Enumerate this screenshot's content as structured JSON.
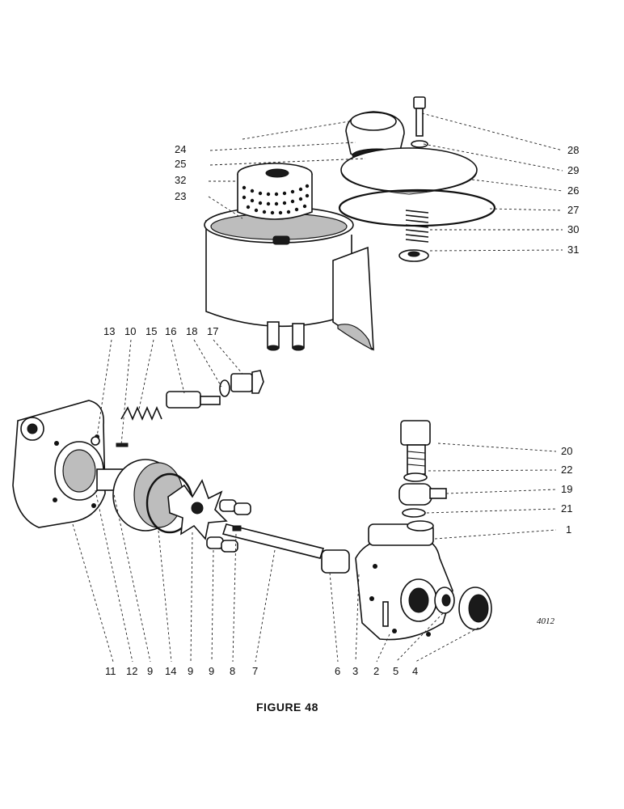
{
  "caption": "FIGURE 48",
  "drawing_ref": "4012",
  "callouts": {
    "n1": "1",
    "n2": "2",
    "n3": "3",
    "n4": "4",
    "n5": "5",
    "n6": "6",
    "n7": "7",
    "n8": "8",
    "n9": "9",
    "n10": "10",
    "n11": "11",
    "n12": "12",
    "n13": "13",
    "n14": "14",
    "n15": "15",
    "n16": "16",
    "n17": "17",
    "n18": "18",
    "n19": "19",
    "n20": "20",
    "n21": "21",
    "n22": "22",
    "n23": "23",
    "n24": "24",
    "n25": "25",
    "n26": "26",
    "n27": "27",
    "n28": "28",
    "n29": "29",
    "n30": "30",
    "n31": "31",
    "n32": "32"
  }
}
